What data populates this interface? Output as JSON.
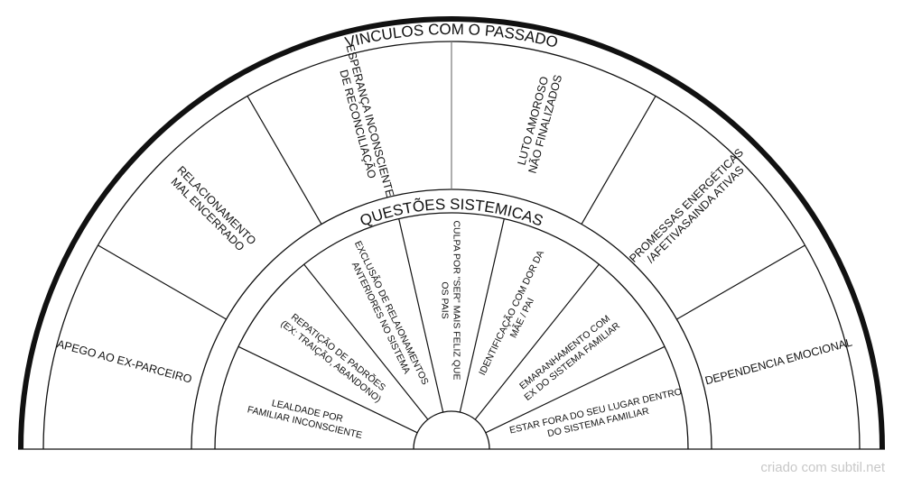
{
  "outer_ring": {
    "title": "VINCULOS COM O PASSADO",
    "sectors": [
      {
        "lines": [
          "APEGO AO EX-PARCEIRO"
        ]
      },
      {
        "lines": [
          "RELACIONAMENTO",
          "MAL ENCERRADO"
        ]
      },
      {
        "lines": [
          "ESPERANÇA INCONSCIENTE",
          "DE RECONCILIAÇÃO"
        ]
      },
      {
        "lines": [
          "LUTO AMOROSO",
          "NÃO FINALIZADOS"
        ]
      },
      {
        "lines": [
          "PROMESSAS ENERGÉTICAS",
          "/AFETIVASAINDA ATIVAS"
        ]
      },
      {
        "lines": [
          "DEPENDENCIA EMOCIONAL"
        ]
      }
    ]
  },
  "inner_ring": {
    "title": "QUESTÕES SISTEMICAS",
    "sectors": [
      {
        "lines": [
          "LEALDADE POR",
          "FAMILIAR INCONSCIENTE"
        ]
      },
      {
        "lines": [
          "REPATIÇÃO DE PADRÕES",
          "(EX: TRAIÇÃO, ABANDONO)"
        ]
      },
      {
        "lines": [
          "EXCLUSÃO DE RELAIONAMENTOS",
          "ANTERIORES NO SISTEMA"
        ]
      },
      {
        "lines": [
          "CULPA POR \"SER\" MAIS FELIZ QUE",
          "OS PAIS"
        ]
      },
      {
        "lines": [
          "IDENTIFICAÇÃO COM DOR DA",
          "MÃE / PAI"
        ]
      },
      {
        "lines": [
          "EMARANHAMENTO COM",
          "EX DO SISTEMA FAMILIAR"
        ]
      },
      {
        "lines": [
          "ESTAR FORA DO SEU LUGAR DENTRO",
          "DO SISTEMA FAMILIAR"
        ]
      }
    ]
  },
  "footer": {
    "credit": "criado com subtil.net"
  }
}
